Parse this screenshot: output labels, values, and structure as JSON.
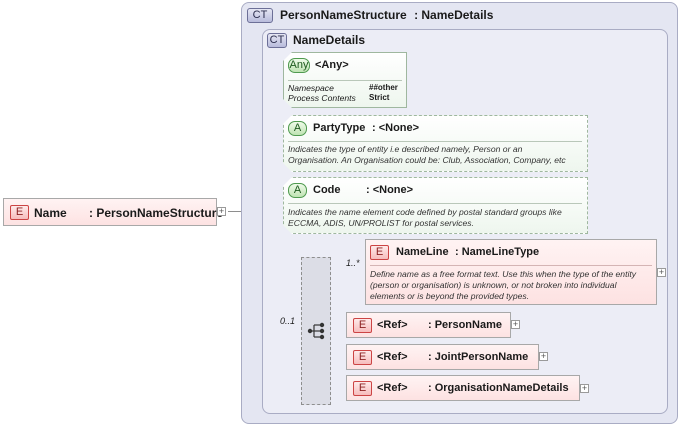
{
  "root": {
    "badge": "E",
    "name": "Name",
    "type": ": PersonNameStructure"
  },
  "outer_ct": {
    "badge": "CT",
    "title": "PersonNameStructure",
    "extends": ": NameDetails"
  },
  "inner_ct": {
    "badge": "CT",
    "title": "NameDetails"
  },
  "any": {
    "badge": "Any",
    "title": "<Any>",
    "rows": [
      {
        "label": "Namespace",
        "value": "##other"
      },
      {
        "label": "Process Contents",
        "value": "Strict"
      }
    ]
  },
  "attributes": [
    {
      "badge": "A",
      "name": "PartyType",
      "type": ": <None>",
      "doc": [
        "Indicates the type of entity i.e described namely, Person or an",
        "Organisation. An Organisation could be: Club, Association, Company, etc"
      ]
    },
    {
      "badge": "A",
      "name": "Code",
      "type": ": <None>",
      "doc": [
        "Indicates the name element code defined by postal standard groups like",
        "ECCMA, ADIS, UN/PROLIST for postal services."
      ]
    }
  ],
  "choice_cardinality": "0..1",
  "nameline": {
    "badge": "E",
    "name": "NameLine",
    "type": ": NameLineType",
    "cardinality": "1..*",
    "doc": [
      "Define name as a free format text. Use this when the type of the entity",
      "(person or organisation) is unknown, or not broken into individual",
      "elements or is beyond the provided types."
    ]
  },
  "refs": [
    {
      "badge": "E",
      "ref": "<Ref>",
      "type": ": PersonName"
    },
    {
      "badge": "E",
      "ref": "<Ref>",
      "type": ": JointPersonName"
    },
    {
      "badge": "E",
      "ref": "<Ref>",
      "type": ": OrganisationNameDetails"
    }
  ],
  "expand_symbol": "+",
  "colors": {
    "element_fill": "#fde2e2",
    "ct_fill": "#e4e6f2",
    "attribute_border": "#9fb79f"
  }
}
